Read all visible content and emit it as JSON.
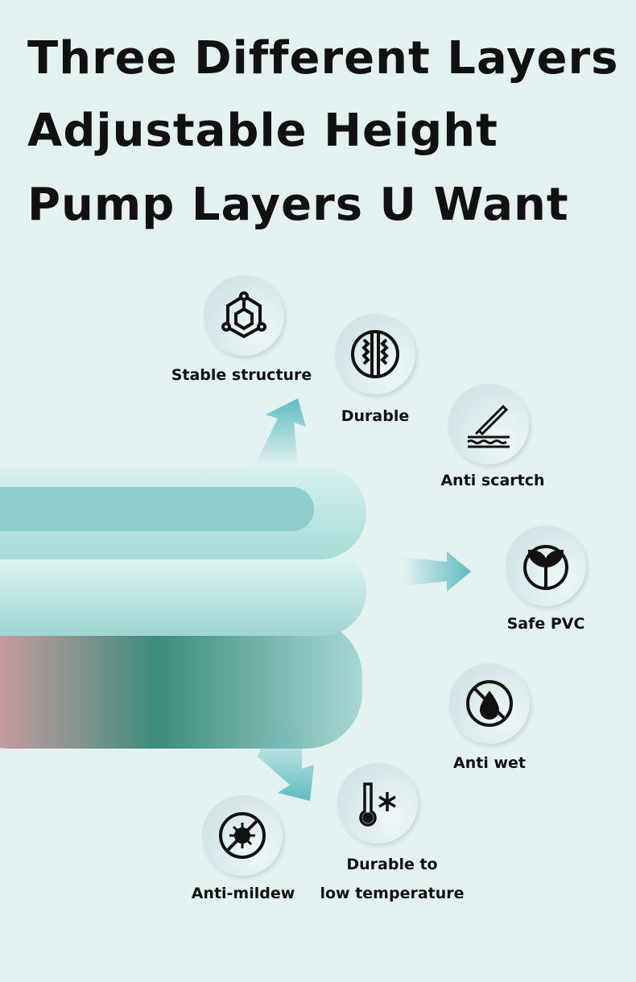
{
  "headline": [
    "Three Different Layers",
    "Adjustable Height",
    "Pump Layers U Want"
  ],
  "features": [
    {
      "icon": "structure-icon",
      "label": "Stable structure"
    },
    {
      "icon": "durable-icon",
      "label": "Durable"
    },
    {
      "icon": "scratch-icon",
      "label": "Anti scartch"
    },
    {
      "icon": "leaf-icon",
      "label": "Safe PVC"
    },
    {
      "icon": "no-water-icon",
      "label": "Anti wet"
    },
    {
      "icon": "thermometer-snow-icon",
      "label": "Durable to",
      "label2": "low temperature"
    },
    {
      "icon": "no-bacteria-icon",
      "label": "Anti-mildew"
    }
  ],
  "colors": {
    "background": "#e3f1f1",
    "pool": "#bfe6e4",
    "accent": "#5fbcc0"
  }
}
